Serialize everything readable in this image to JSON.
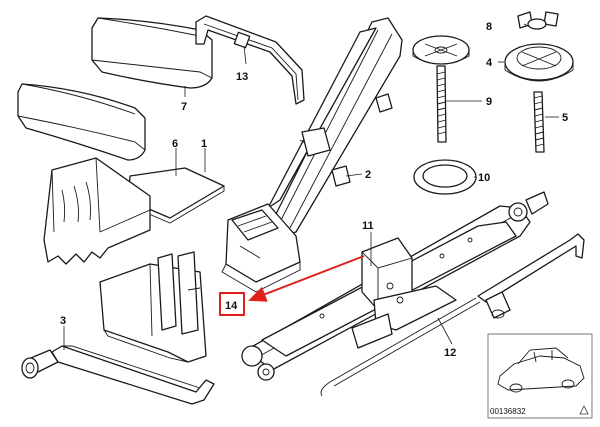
{
  "callouts": {
    "c1": "1",
    "c2": "2",
    "c3": "3",
    "c4": "4",
    "c5": "5",
    "c6": "6",
    "c7": "7",
    "c8": "8",
    "c9": "9",
    "c10": "10",
    "c11": "11",
    "c12": "12",
    "c13": "13"
  },
  "highlight": {
    "label": "14",
    "box_color": "#e0201b",
    "arrow_color": "#e0201b"
  },
  "catalog_number": "00136832"
}
